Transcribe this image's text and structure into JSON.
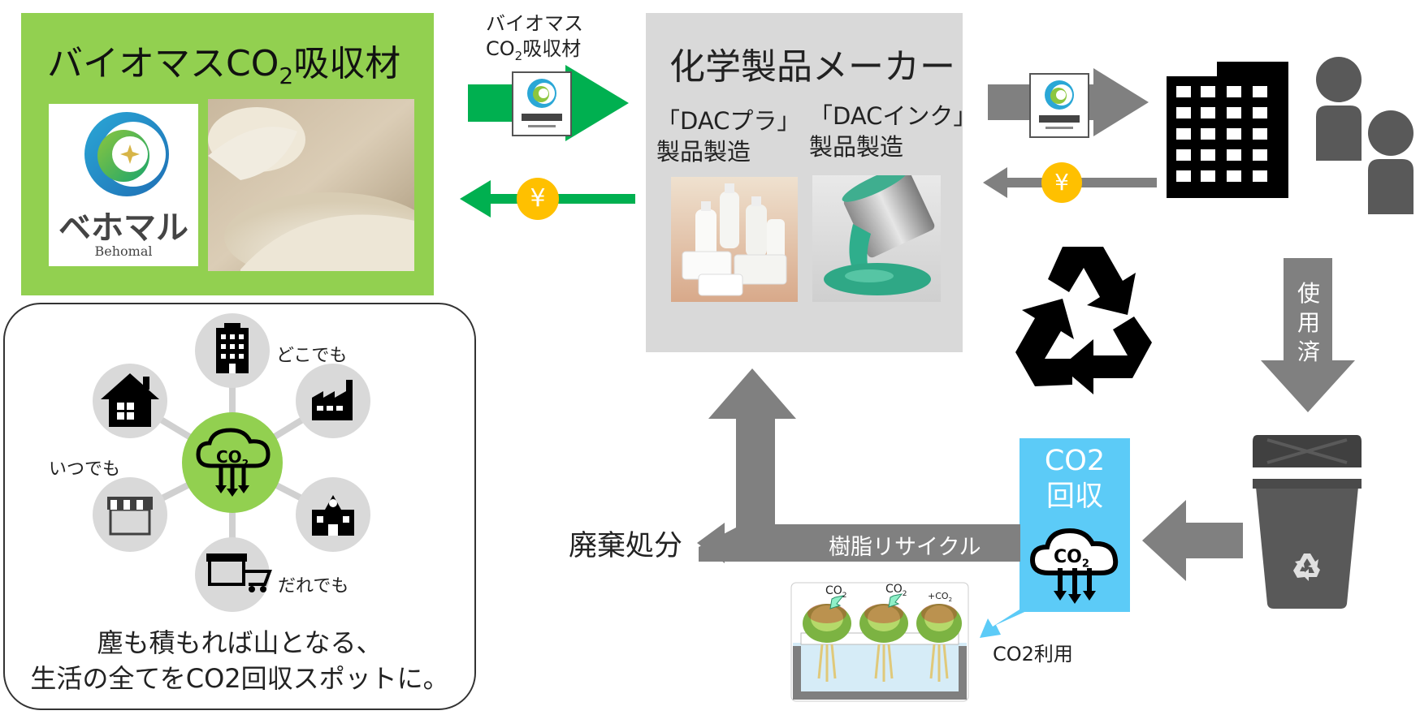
{
  "absorbent": {
    "title_main": "バイオマスCO",
    "title_sub": "2",
    "title_end": "吸収材",
    "brand_jp": "ベホマル",
    "brand_en": "Behomal"
  },
  "arrow_top": {
    "line1": "バイオマス",
    "line2_a": "CO",
    "line2_sub": "2",
    "line2_b": "吸収材"
  },
  "yen_symbol": "¥",
  "maker": {
    "title": "化学製品メーカー",
    "product1_line1": "「DACプラ」",
    "product1_line2": "製品製造",
    "product2_line1": "「DACインク」",
    "product2_line2": "製品製造"
  },
  "flow": {
    "used": [
      "使",
      "用",
      "済"
    ],
    "co2_line1": "CO2",
    "co2_line2": "回収",
    "co2_cloud": "CO",
    "co2_cloud_sub": "2",
    "resin": "樹脂リサイクル",
    "disposal": "廃棄処分",
    "co2_use": "CO2利用"
  },
  "plants": {
    "label1": "CO",
    "label1_sub": "2",
    "label2": "CO",
    "label2_sub": "2",
    "label3": "+CO",
    "label3_sub": "2"
  },
  "spots": {
    "anywhere": "どこでも",
    "anytime": "いつでも",
    "anyone": "だれでも",
    "center": "CO",
    "center_sub": "2",
    "slogan1": "塵も積もれば山となる、",
    "slogan2": "生活の全てをCO2回収スポットに。"
  },
  "colors": {
    "green": "#92d050",
    "bright_green": "#00b050",
    "gray": "#808080",
    "yen": "#ffc000",
    "co2_blue": "#5ccbf7"
  }
}
